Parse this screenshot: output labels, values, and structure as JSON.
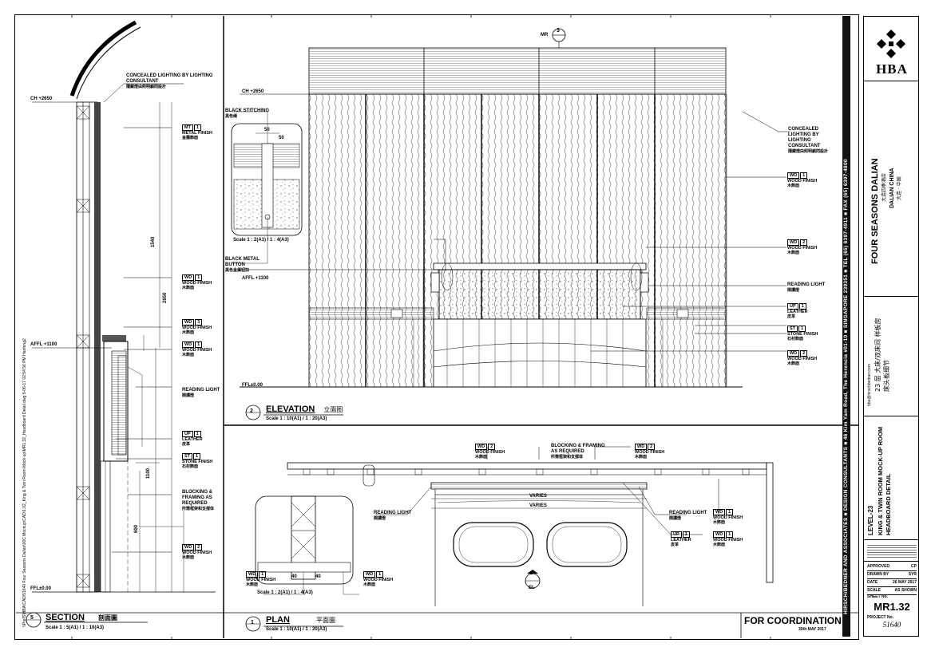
{
  "section": {
    "number": "5",
    "title": "SECTION",
    "title_cn": "剖面圖",
    "scale": "Scale 1 : 5(A1) / 1 : 10(A3)",
    "labels": {
      "concealed_lighting": "CONCEALED LIGHTING BY LIGHTING CONSULTANT",
      "concealed_lighting_cn": "隱藏燈由照明顧問設計",
      "ch": "CH +2650",
      "affl": "AFFL +1100",
      "ffl": "FFL±0.00",
      "mt": "METAL FINISH",
      "mt_cn": "金屬飾面",
      "wd1": "WOOD FINISH",
      "wd1_cn": "木飾面",
      "reading_light": "READING LIGHT",
      "reading_light_cn": "閱讀燈",
      "leather": "LEATHER",
      "leather_cn": "皮革",
      "stone": "STONE FINISH",
      "stone_cn": "石材飾面",
      "blocking": "BLOCKING & FRAMING AS REQUIRED",
      "blocking_cn": "所需框架和支撐体",
      "dim_1": "1540",
      "dim_2": "2650",
      "dim_3": "1100",
      "dim_4": "600"
    },
    "file_path": "\\\\PrefS\\HBA\\CAD\\51640 Four Seasons Dalian\\00C Mockup\\CAD\\1.02_King & Twin Room Mock-up\\MR1.32_Headboard Detail.dwg  5-06-17  02:54:56 PM  Hanfeng2"
  },
  "elevation": {
    "number": "2",
    "title": "ELEVATION",
    "title_cn": "立面图",
    "scale": "Scale 1 : 10(A1) / 1 : 20(A3)",
    "mr_marker": "MR",
    "mr_number": "3",
    "labels": {
      "ch": "CH +2650",
      "affl": "AFFL +1100",
      "ffl": "FFL±0.00",
      "black_stitching": "BLACK STITCHING",
      "black_stitching_cn": "黑色缝",
      "black_metal_button": "BLACK METAL BUTTON",
      "black_metal_button_cn": "黑色金属钮扣",
      "detail_scale": "Scale 1 : 2(A1) / 1 : 4(A3)",
      "concealed_lighting": "CONCEALED LIGHTING BY LIGHTING CONSULTANT",
      "concealed_lighting_cn": "隱藏燈由照明顧問設計",
      "wood_finish": "WOOD FINISH",
      "wood_finish_cn": "木飾面",
      "reading_light": "READING LIGHT",
      "reading_light_cn": "閱讀燈",
      "leather": "LEATHER",
      "leather_cn": "皮革",
      "stone": "STONE FINISH",
      "stone_cn": "石材飾面",
      "dim_a": "50",
      "dim_b": "50"
    }
  },
  "plan": {
    "number": "1",
    "title": "PLAN",
    "title_cn": "平面圖",
    "scale": "Scale 1 : 10(A1) / 1 : 20(A3)",
    "el_marker": "EL",
    "el_number": "2",
    "labels": {
      "blocking": "BLOCKING & FRAMING AS REQUIRED",
      "blocking_cn": "所需框架和支撐体",
      "reading_light": "READING LIGHT",
      "reading_light_cn": "閱讀燈",
      "leather": "LEATHER",
      "leather_cn": "皮革",
      "wood_finish": "WOOD FINISH",
      "wood_finish_cn": "木飾面",
      "varies": "VARIES",
      "detail_scale": "Scale 1 : 2(A1) / 1 : 4(A3)",
      "dim_40a": "40",
      "dim_40b": "40"
    }
  },
  "for_coordination": "FOR COORDINATION",
  "for_coordination_date": "30th MAY 2017",
  "tags": {
    "mt": "MT",
    "wd": "WD",
    "up": "UP",
    "st": "ST",
    "n1": "1",
    "n2": "2"
  },
  "title_block": {
    "logo": "HBA",
    "project": "FOUR SEASONS DALIAN",
    "project_cn": "大连四季酒店",
    "location": "DALIAN CHINA",
    "location_cn": "大连 · 中国",
    "drawing_cn": "23 层 大床/双床间 样板房 床头板细节",
    "level": "LEVEL-23",
    "drawing_title": "KING & TWIN ROOM MOCK-UP ROOM HEADBOARD DETAIL",
    "website": "hba@hirschbedner.com",
    "approved": "CP",
    "drawn": "SYR",
    "date_label": "DATE",
    "date": "26 MAY 2017",
    "scale_label": "SCALE",
    "scale": "AS SHOWN",
    "sheet_label": "SHEET No.",
    "sheet": "MR1.32",
    "project_no_label": "PROJECT No.",
    "project_no": "51640"
  },
  "side_strip": "HIRSCH/BEDNER AND ASSOCIATES  ■  DESIGN CONSULTANTS  ■  46 Kim Yam Road, The Herencia #01-10  ■  SINGAPORE 239351  ■  TEL (65) 6397-4911  ■  FAX (65) 6397-4800"
}
